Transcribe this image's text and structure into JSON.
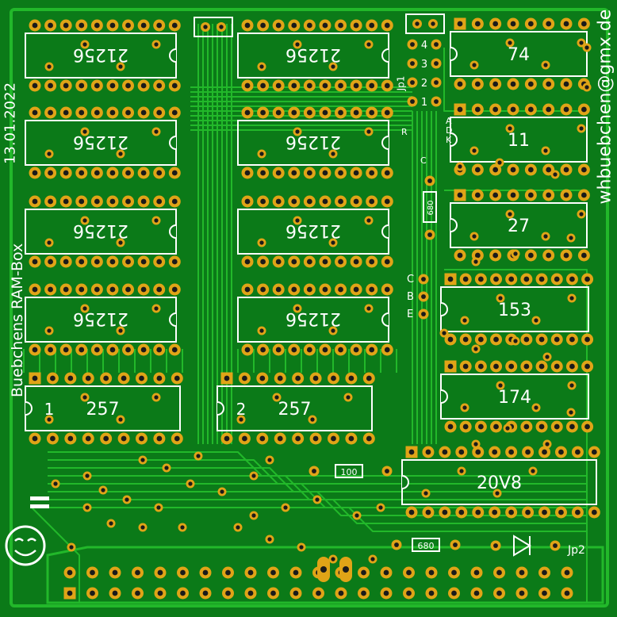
{
  "board": {
    "colors": {
      "base": "#0b7a18",
      "trace": "#22b82a",
      "pad": "#e0a417",
      "hole": "#1a1a1a",
      "silk": "#ffffff"
    },
    "side_labels": {
      "title": "Buebchens RAM-Box",
      "date": "13.01.2022",
      "email": "whbuebchen@gmx.de"
    },
    "chips": [
      {
        "label": "21256",
        "flipped": true
      },
      {
        "label": "21256",
        "flipped": true
      },
      {
        "label": "21256",
        "flipped": true
      },
      {
        "label": "21256",
        "flipped": true
      },
      {
        "label": "21256",
        "flipped": true
      },
      {
        "label": "21256",
        "flipped": true
      },
      {
        "label": "21256",
        "flipped": true
      },
      {
        "label": "21256",
        "flipped": true
      },
      {
        "label": "257",
        "prefix": "1"
      },
      {
        "label": "257",
        "prefix": "2"
      },
      {
        "label": "74"
      },
      {
        "label": "11"
      },
      {
        "label": "27"
      },
      {
        "label": "153"
      },
      {
        "label": "174"
      },
      {
        "label": "20V8"
      }
    ],
    "jumper_pins": [
      "4",
      "3",
      "2",
      "1"
    ],
    "jp1_label": "Jp1",
    "jp2_label": "Jp2",
    "led_pins": [
      "A",
      "D",
      "K"
    ],
    "resistor_labels": [
      "680",
      "100",
      "680"
    ],
    "transistor_pins": [
      "C",
      "B",
      "E"
    ],
    "misc_letters": [
      "R",
      "C"
    ]
  }
}
